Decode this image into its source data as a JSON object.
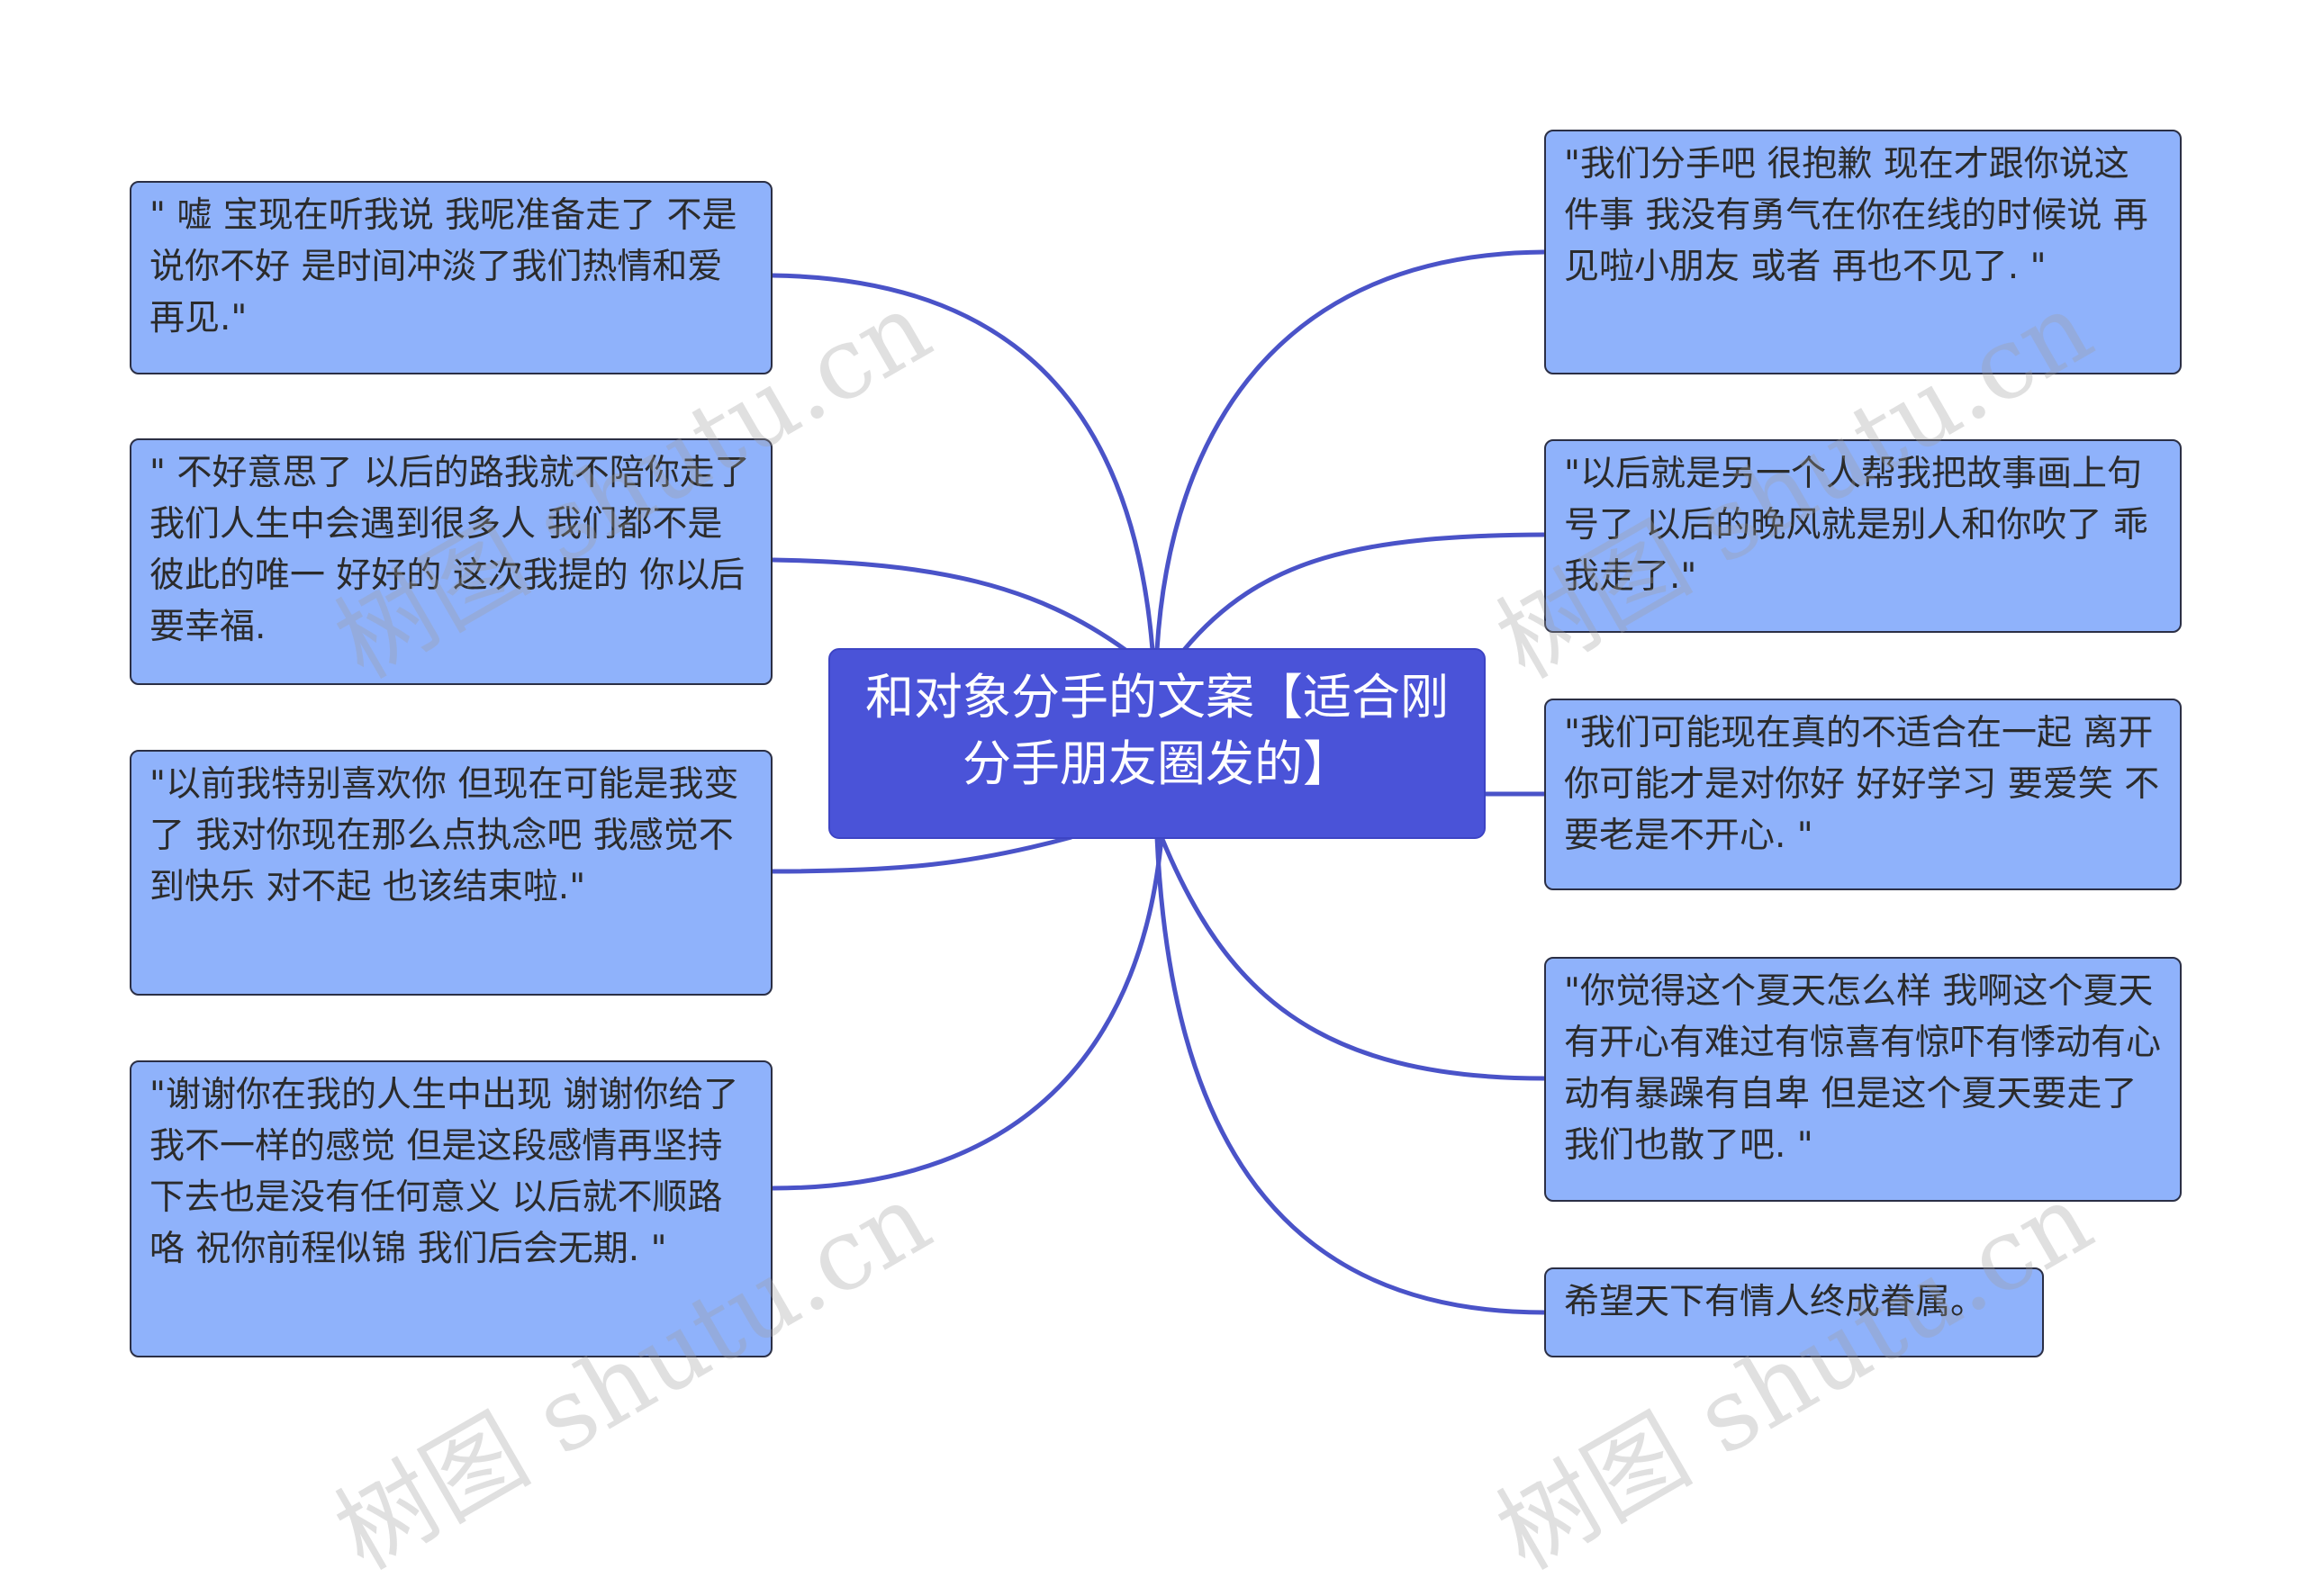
{
  "center": {
    "text": "和对象分手的文案【适合刚分手朋友圈发的】"
  },
  "left_nodes": [
    {
      "text": " \" 嘘 宝现在听我说 我呢准备走了 不是说你不好 是时间冲淡了我们热情和爱 再见.\""
    },
    {
      "text": " \" 不好意思了 以后的路我就不陪你走了 我们人生中会遇到很多人 我们都不是彼此的唯一 好好的 这次我提的 你以后要幸福."
    },
    {
      "text": " \"以前我特别喜欢你 但现在可能是我变了 我对你现在那么点执念吧 我感觉不到快乐 对不起 也该结束啦.\""
    },
    {
      "text": " \"谢谢你在我的人生中出现 谢谢你给了我不一样的感觉 但是这段感情再坚持下去也是没有任何意义 以后就不顺路咯 祝你前程似锦 我们后会无期. \""
    }
  ],
  "right_nodes": [
    {
      "text": " \"我们分手吧 很抱歉 现在才跟你说这件事 我没有勇气在你在线的时候说 再见啦小朋友 或者 再也不见了. \""
    },
    {
      "text": " \"以后就是另一个人帮我把故事画上句号了 以后的晚风就是别人和你吹了 乖 我走了.\""
    },
    {
      "text": " \"我们可能现在真的不适合在一起 离开你可能才是对你好 好好学习 要爱笑 不要老是不开心. \""
    },
    {
      "text": " \"你觉得这个夏天怎么样 我啊这个夏天有开心有难过有惊喜有惊吓有悸动有心动有暴躁有自卑 但是这个夏天要走了 我们也散了吧. \""
    },
    {
      "text": "希望天下有情人终成眷属。"
    }
  ],
  "watermark": "树图 shutu.cn",
  "colors": {
    "node_fill": "#8fb2fb",
    "center_fill": "#4a53d8",
    "link": "#4a53c8"
  }
}
